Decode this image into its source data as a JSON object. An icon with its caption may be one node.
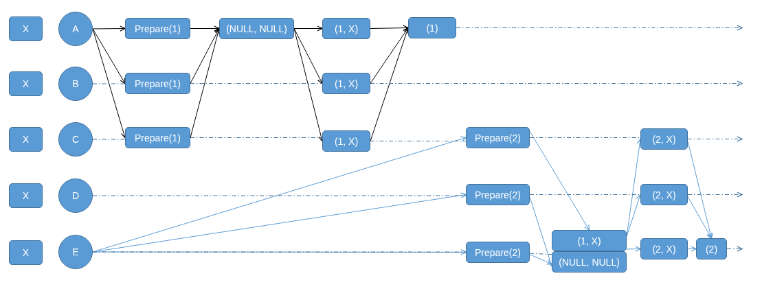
{
  "diagram": {
    "nodes": [
      {
        "text": [
          "X"
        ]
      },
      {
        "text": [
          "X"
        ]
      },
      {
        "text": [
          "X"
        ]
      },
      {
        "text": [
          "X"
        ]
      },
      {
        "text": [
          "X"
        ]
      },
      {
        "text": [
          "A"
        ]
      },
      {
        "text": [
          "B"
        ]
      },
      {
        "text": [
          "C"
        ]
      },
      {
        "text": [
          "D"
        ]
      },
      {
        "text": [
          "E"
        ]
      },
      {
        "text": [
          "Prepare(1)"
        ]
      },
      {
        "text": [
          "Prepare(1)"
        ]
      },
      {
        "text": [
          "Prepare(1)"
        ]
      },
      {
        "text": [
          "(NULL, NULL)"
        ]
      },
      {
        "text": [
          "(1, X)"
        ]
      },
      {
        "text": [
          "(1, X)"
        ]
      },
      {
        "text": [
          "(1, X)"
        ]
      },
      {
        "text": [
          "(1)"
        ]
      },
      {
        "text": [
          "Prepare(2)"
        ]
      },
      {
        "text": [
          "Prepare(2)"
        ]
      },
      {
        "text": [
          "Prepare(2)"
        ]
      },
      {
        "text": [
          "(1, X)"
        ]
      },
      {
        "text": [
          "(NULL, NULL)"
        ]
      },
      {
        "text": [
          "(2, X)"
        ]
      },
      {
        "text": [
          "(2, X)"
        ]
      },
      {
        "text": [
          "(2, X)"
        ]
      },
      {
        "text": [
          "(2)"
        ]
      }
    ],
    "edges": [
      {
        "from": 5,
        "to": 10,
        "arrow": "to",
        "color": "#000000"
      },
      {
        "from": 5,
        "to": 11,
        "arrow": "to",
        "color": "#000000"
      },
      {
        "from": 5,
        "to": 12,
        "arrow": "to",
        "color": "#000000"
      },
      {
        "from": 10,
        "to": 13,
        "arrow": "to",
        "color": "#000000"
      },
      {
        "from": 11,
        "to": 13,
        "arrow": "to",
        "color": "#000000"
      },
      {
        "from": 12,
        "to": 13,
        "arrow": "to",
        "color": "#000000"
      },
      {
        "from": 13,
        "to": 14,
        "arrow": "to",
        "color": "#000000"
      },
      {
        "from": 13,
        "to": 15,
        "arrow": "to",
        "color": "#000000"
      },
      {
        "from": 13,
        "to": 16,
        "arrow": "to",
        "color": "#000000"
      },
      {
        "from": 14,
        "to": 17,
        "arrow": "to",
        "color": "#000000"
      },
      {
        "from": 15,
        "to": 17,
        "arrow": "to",
        "color": "#000000"
      },
      {
        "from": 16,
        "to": 17,
        "arrow": "to",
        "color": "#000000"
      },
      {
        "from": 9,
        "to": 18,
        "arrow": "to",
        "color": "#5b9bd5"
      },
      {
        "from": 9,
        "to": 19,
        "arrow": "to",
        "color": "#5b9bd5"
      },
      {
        "from": 9,
        "to": 20,
        "arrow": "to",
        "color": "#5b9bd5"
      },
      {
        "from": 18,
        "to": 21,
        "arrow": "to",
        "color": "#5b9bd5"
      },
      {
        "from": 19,
        "to": 22,
        "arrow": "to",
        "color": "#5b9bd5"
      },
      {
        "from": 20,
        "to": 22,
        "arrow": "to",
        "color": "#5b9bd5"
      },
      {
        "from": 21,
        "to": 23,
        "arrow": "to",
        "color": "#5b9bd5"
      },
      {
        "from": 21,
        "to": 24,
        "arrow": "to",
        "color": "#5b9bd5"
      },
      {
        "from": 21,
        "to": 25,
        "arrow": "to",
        "color": "#5b9bd5"
      },
      {
        "from": 23,
        "to": 26,
        "arrow": "to",
        "color": "#5b9bd5"
      },
      {
        "from": 24,
        "to": 26,
        "arrow": "to",
        "color": "#5b9bd5"
      },
      {
        "from": 25,
        "to": 26,
        "arrow": "to",
        "color": "#5b9bd5"
      },
      {
        "from": 17,
        "to": null,
        "arrow": "to",
        "style": "dashed"
      },
      {
        "from": 6,
        "to": 11,
        "arrow": "none",
        "style": "dashed"
      },
      {
        "from": 11,
        "to": 15,
        "arrow": "none",
        "style": "dashed"
      },
      {
        "from": 15,
        "to": null,
        "arrow": "to",
        "style": "dashed"
      },
      {
        "from": 7,
        "to": 12,
        "arrow": "none",
        "style": "dashed"
      },
      {
        "from": 12,
        "to": 16,
        "arrow": "none",
        "style": "dashed"
      },
      {
        "from": 16,
        "to": 18,
        "arrow": "none",
        "style": "dashed"
      },
      {
        "from": 18,
        "to": 23,
        "arrow": "none",
        "style": "dashed"
      },
      {
        "from": 23,
        "to": null,
        "arrow": "to",
        "style": "dashed"
      },
      {
        "from": 8,
        "to": 19,
        "arrow": "none",
        "style": "dashed"
      },
      {
        "from": 19,
        "to": 24,
        "arrow": "none",
        "style": "dashed"
      },
      {
        "from": 24,
        "to": null,
        "arrow": "to",
        "style": "dashed"
      },
      {
        "from": 9,
        "to": 20,
        "arrow": "none",
        "style": "dashed"
      },
      {
        "from": 20,
        "to": 22,
        "arrow": "none",
        "style": "dashed"
      },
      {
        "from": 26,
        "to": null,
        "arrow": "to",
        "style": "dashed"
      }
    ]
  }
}
